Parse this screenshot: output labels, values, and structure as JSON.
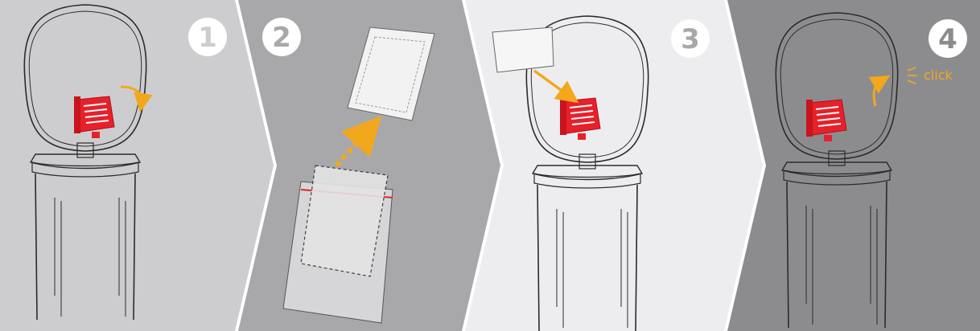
{
  "steps": [
    {
      "number": "1",
      "background": "#cdcdcf",
      "badge_text": "#cdcdcf"
    },
    {
      "number": "2",
      "background": "#a8a8ab",
      "badge_text": "#a8a8ab"
    },
    {
      "number": "3",
      "background": "#ededef",
      "badge_text": "#a8a8ab"
    },
    {
      "number": "4",
      "background": "#8c8c8f",
      "badge_text": "#8c8c8f"
    }
  ],
  "annotation": {
    "click_label": "click"
  },
  "colors": {
    "accent_arrow": "#f2a81d",
    "filter_red": "#e8202a",
    "outline": "#2b2b2b",
    "badge_fill": "#ffffff"
  },
  "icons": [
    "curved-arrow-icon",
    "dashed-arrow-icon",
    "straight-arrow-icon",
    "click-lines-icon"
  ]
}
